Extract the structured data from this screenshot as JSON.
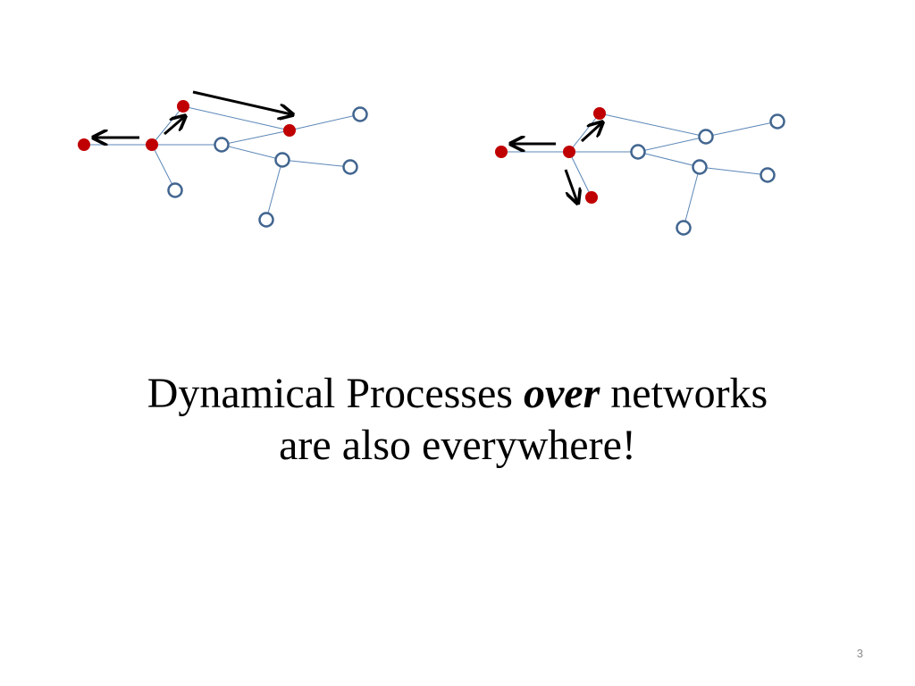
{
  "slide": {
    "title_line1_before": "Dynamical Processes ",
    "title_line1_emphasis": "over",
    "title_line1_after": " networks",
    "title_line2": "are also everywhere!",
    "page_number": "3"
  },
  "colors": {
    "edge": "#5b87b7",
    "active_node": "#c00000",
    "inactive_node_stroke": "#41658f",
    "arrow": "#000000"
  }
}
